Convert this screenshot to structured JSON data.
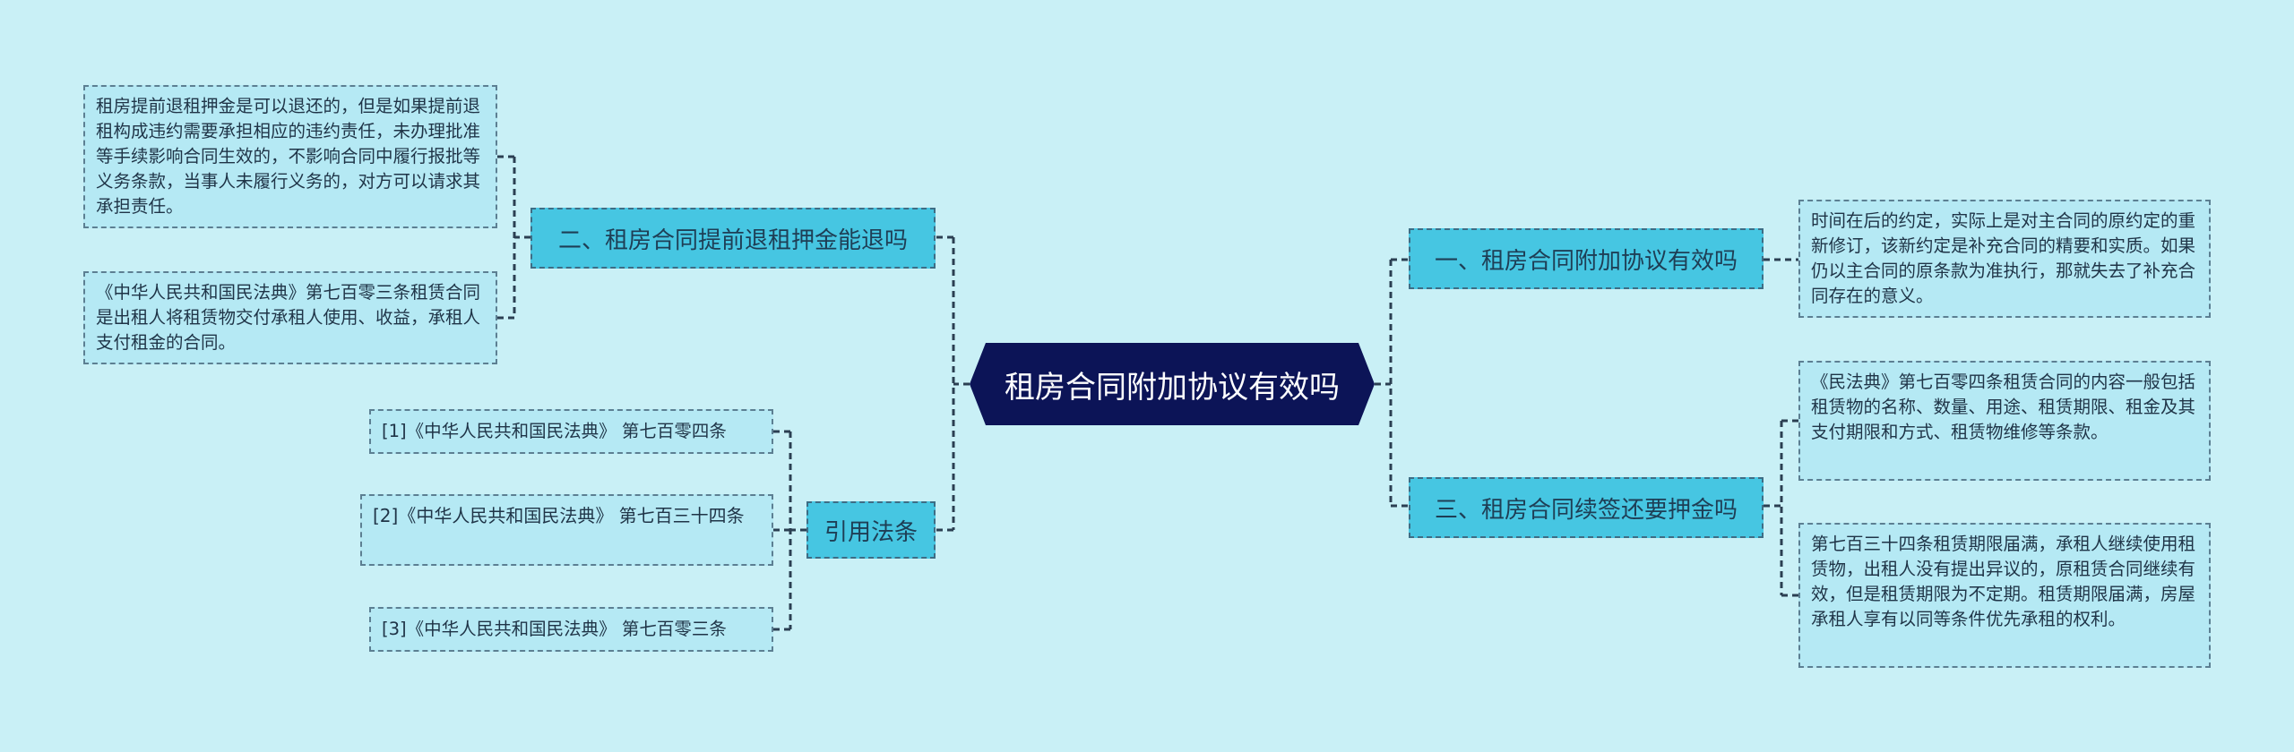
{
  "root": {
    "label": "租房合同附加协议有效吗"
  },
  "branches": {
    "b1": {
      "label": "一、租房合同附加协议有效吗"
    },
    "b2": {
      "label": "二、租房合同提前退租押金能退吗"
    },
    "b3": {
      "label": "三、租房合同续签还要押金吗"
    },
    "b4": {
      "label": "引用法条"
    }
  },
  "leaves": {
    "b1_1": "时间在后的约定，实际上是对主合同的原约定的重新修订，该新约定是补充合同的精要和实质。如果仍以主合同的原条款为准执行，那就失去了补充合同存在的意义。",
    "b2_1": "租房提前退租押金是可以退还的，但是如果提前退租构成违约需要承担相应的违约责任，未办理批准等手续影响合同生效的，不影响合同中履行报批等义务条款，当事人未履行义务的，对方可以请求其承担责任。",
    "b2_2": "《中华人民共和国民法典》第七百零三条租赁合同是出租人将租赁物交付承租人使用、收益，承租人支付租金的合同。",
    "b3_1": "《民法典》第七百零四条租赁合同的内容一般包括租赁物的名称、数量、用途、租赁期限、租金及其支付期限和方式、租赁物维修等条款。",
    "b3_2": "第七百三十四条租赁期限届满，承租人继续使用租赁物，出租人没有提出异议的，原租赁合同继续有效，但是租赁期限为不定期。租赁期限届满，房屋承租人享有以同等条件优先承租的权利。",
    "b4_1": "[1]《中华人民共和国民法典》 第七百零四条",
    "b4_2": "[2]《中华人民共和国民法典》 第七百三十四条",
    "b4_3": "[3]《中华人民共和国民法典》 第七百零三条"
  },
  "colors": {
    "background": "#c9f0f6",
    "root_fill": "#0c1457",
    "branch_fill": "#46c6e2",
    "leaf_fill": "#b5e9f4",
    "connector": "#2b3f52"
  }
}
